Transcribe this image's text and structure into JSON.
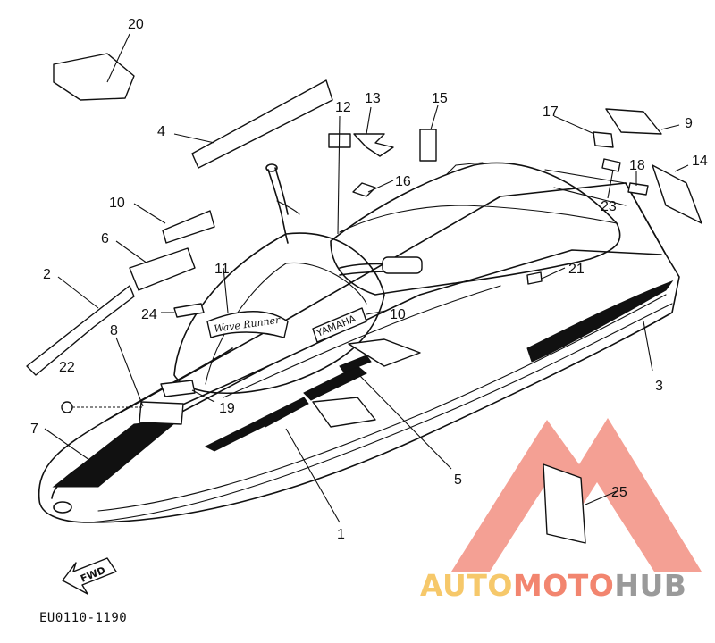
{
  "diagram": {
    "callouts": [
      "1",
      "2",
      "3",
      "4",
      "5",
      "6",
      "7",
      "8",
      "9",
      "10",
      "10",
      "11",
      "12",
      "13",
      "14",
      "15",
      "16",
      "17",
      "18",
      "19",
      "20",
      "21",
      "22",
      "23",
      "24",
      "25"
    ],
    "decal_texts": {
      "brand_decal": "YAMAHA",
      "script_decal": "Wave Runner",
      "fwd_arrow": "FWD"
    },
    "reference_code": "EU0110-1190",
    "watermark": {
      "part1": "AUTO",
      "part2": "MOTO",
      "part3": "HUB",
      "colors": {
        "auto": "#f6c86a",
        "moto": "#f2856f",
        "hub": "#9a9a9a",
        "triangle": "#f08070"
      }
    }
  }
}
